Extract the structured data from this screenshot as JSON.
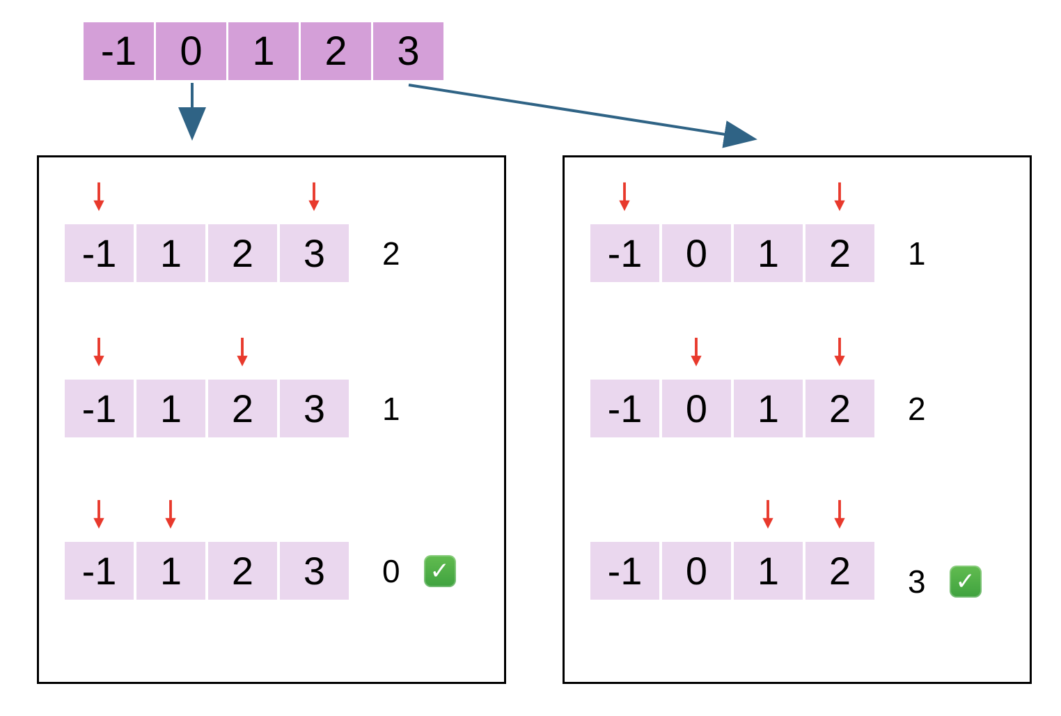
{
  "input_array": {
    "values": [
      "-1",
      "0",
      "1",
      "2",
      "3"
    ]
  },
  "branches": [
    {
      "side": "left",
      "rows": [
        {
          "cells": [
            "-1",
            "1",
            "2",
            "3"
          ],
          "pointers": [
            0,
            3
          ],
          "result": "2",
          "check": false
        },
        {
          "cells": [
            "-1",
            "1",
            "2",
            "3"
          ],
          "pointers": [
            0,
            2
          ],
          "result": "1",
          "check": false
        },
        {
          "cells": [
            "-1",
            "1",
            "2",
            "3"
          ],
          "pointers": [
            0,
            1
          ],
          "result": "0",
          "check": true
        }
      ]
    },
    {
      "side": "right",
      "rows": [
        {
          "cells": [
            "-1",
            "0",
            "1",
            "2"
          ],
          "pointers": [
            0,
            3
          ],
          "result": "1",
          "check": false
        },
        {
          "cells": [
            "-1",
            "0",
            "1",
            "2"
          ],
          "pointers": [
            1,
            3
          ],
          "result": "2",
          "check": false
        },
        {
          "cells": [
            "-1",
            "0",
            "1",
            "2"
          ],
          "pointers": [
            2,
            3
          ],
          "result": "3",
          "check": true
        }
      ]
    }
  ],
  "check_icon": {
    "glyph": "✓"
  },
  "colors": {
    "input_cell_bg": "#D49FD8",
    "step_cell_bg": "#EAD7EE",
    "pointer_red": "#E8392C",
    "connector_blue": "#2F6385",
    "check_green": "#3FA23F",
    "panel_border": "#000000"
  }
}
